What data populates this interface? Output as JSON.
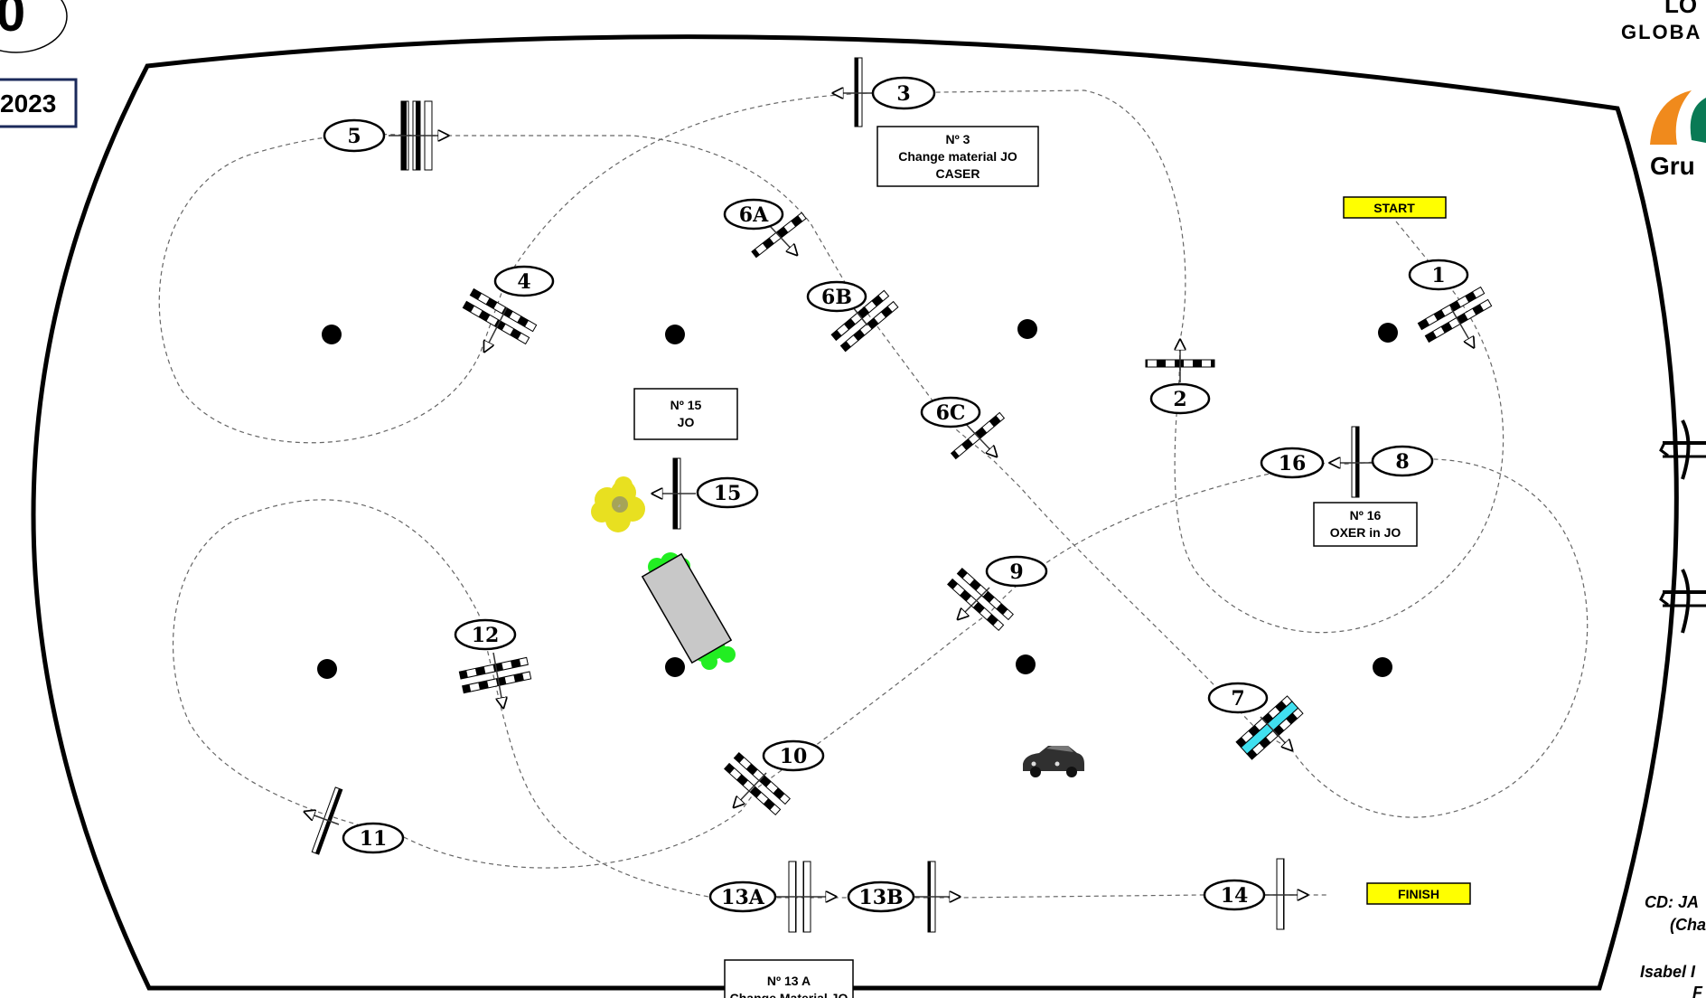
{
  "corner": {
    "round_label": "0",
    "year_label": "2023"
  },
  "brand": {
    "lines": [
      "LO",
      "GLOBA"
    ],
    "sponsor_text": "Gru"
  },
  "credits": {
    "lines": [
      "CD: JA",
      "(Cha",
      "Isabel I",
      "F"
    ]
  },
  "markers": {
    "start": {
      "label": "START",
      "color": "#ffff00"
    },
    "finish": {
      "label": "FINISH",
      "color": "#ffff00"
    }
  },
  "notes": [
    {
      "id": "note3",
      "lines": [
        "Nº 3",
        "Change material JO",
        "CASER"
      ]
    },
    {
      "id": "note15",
      "lines": [
        "Nº 15",
        "JO"
      ]
    },
    {
      "id": "note16",
      "lines": [
        "Nº 16",
        "OXER in JO"
      ]
    },
    {
      "id": "note13a",
      "lines": [
        "Nº 13 A",
        "Change Material JO"
      ]
    }
  ],
  "jumps": [
    {
      "id": "1",
      "label": "1"
    },
    {
      "id": "2",
      "label": "2"
    },
    {
      "id": "3",
      "label": "3"
    },
    {
      "id": "4",
      "label": "4"
    },
    {
      "id": "5",
      "label": "5"
    },
    {
      "id": "6A",
      "label": "6A"
    },
    {
      "id": "6B",
      "label": "6B"
    },
    {
      "id": "6C",
      "label": "6C"
    },
    {
      "id": "7",
      "label": "7",
      "color": "#40e0f0"
    },
    {
      "id": "8",
      "label": "8"
    },
    {
      "id": "9",
      "label": "9"
    },
    {
      "id": "10",
      "label": "10"
    },
    {
      "id": "11",
      "label": "11"
    },
    {
      "id": "12",
      "label": "12"
    },
    {
      "id": "13A",
      "label": "13A"
    },
    {
      "id": "13B",
      "label": "13B"
    },
    {
      "id": "14",
      "label": "14"
    },
    {
      "id": "15",
      "label": "15"
    },
    {
      "id": "16",
      "label": "16"
    }
  ],
  "decor": {
    "flower_color": "#e8e020",
    "hedge_color": "#22ee22",
    "water_tray_color": "#c8c8c8",
    "car_color": "#303030"
  }
}
